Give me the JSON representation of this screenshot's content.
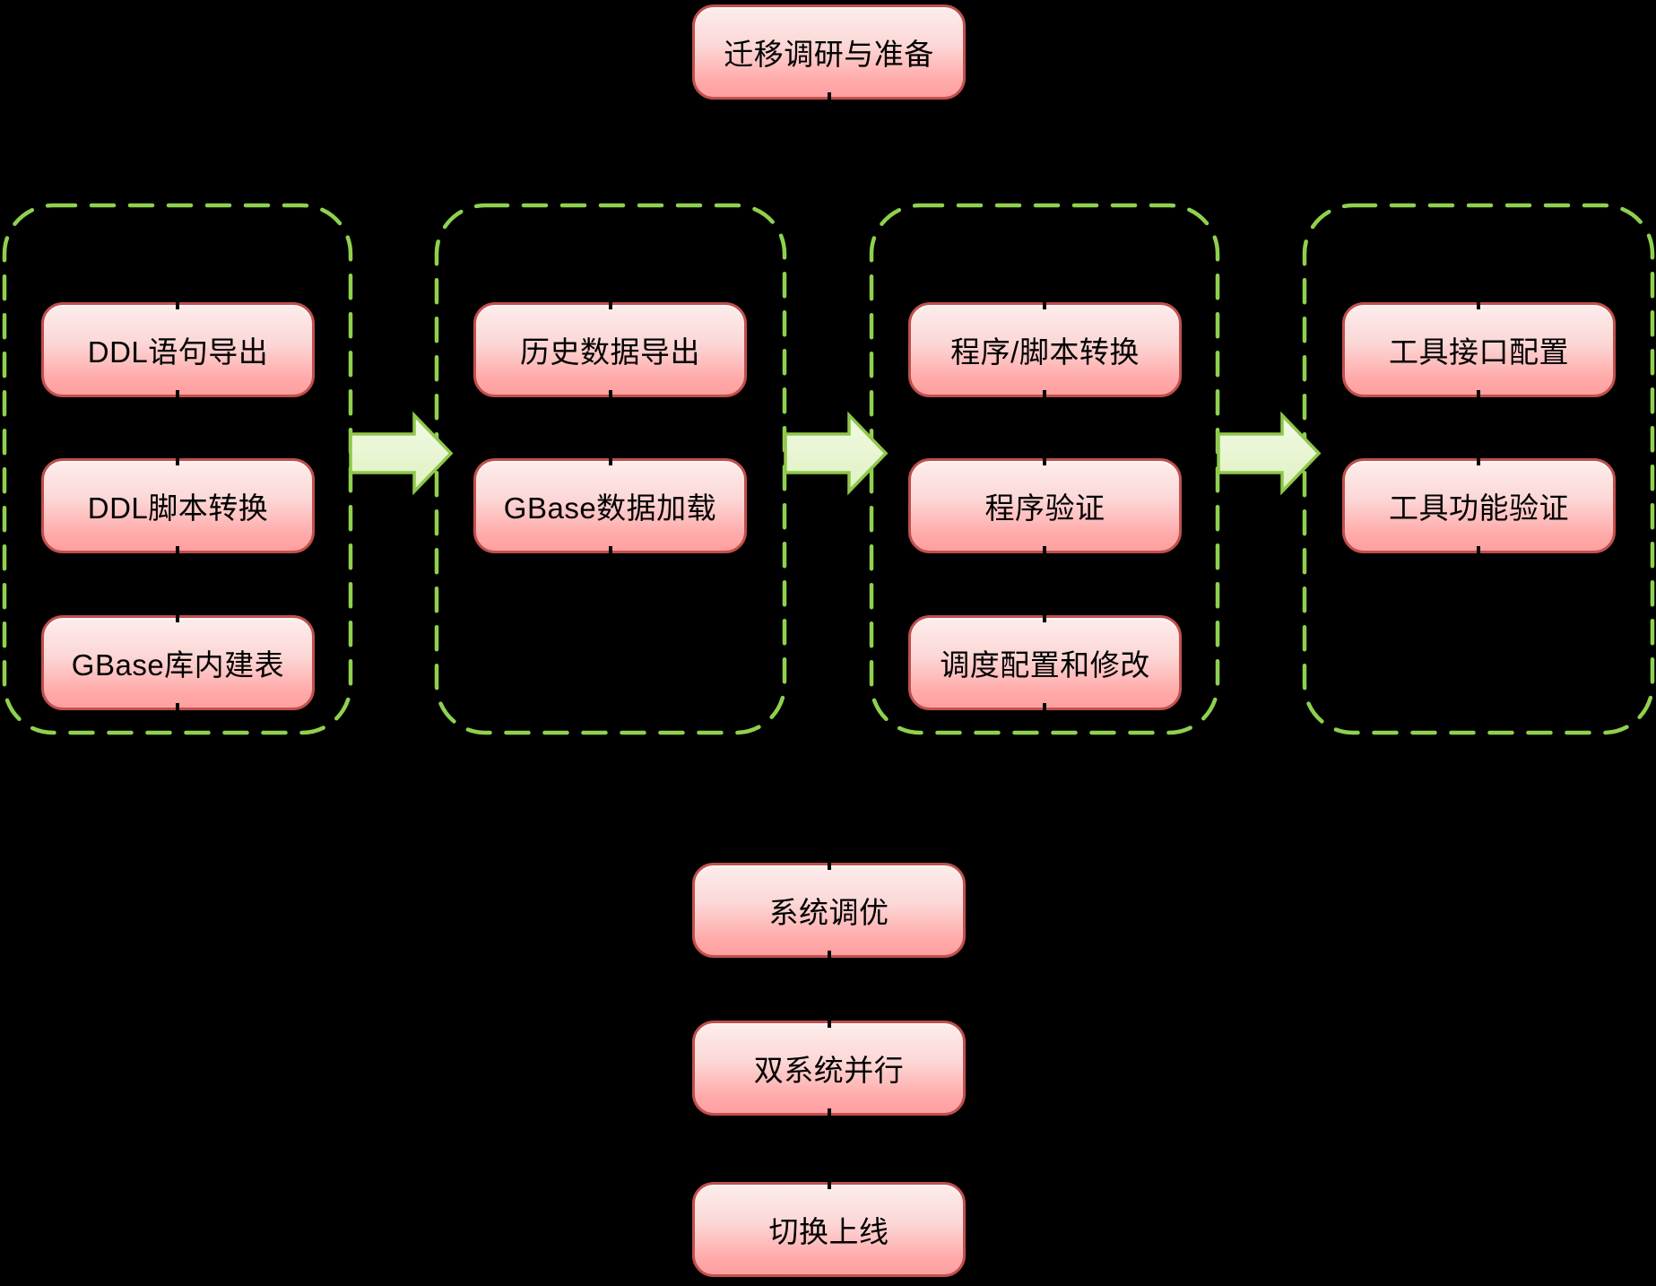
{
  "diagram": {
    "background": "#000000",
    "title_box": {
      "label": "迁移调研与准备"
    },
    "stages": [
      {
        "name": "stage-1",
        "items": [
          "DDL语句导出",
          "DDL脚本转换",
          "GBase库内建表"
        ]
      },
      {
        "name": "stage-2",
        "items": [
          "历史数据导出",
          "GBase数据加载"
        ]
      },
      {
        "name": "stage-3",
        "items": [
          "程序/脚本转换",
          "程序验证",
          "调度配置和修改"
        ]
      },
      {
        "name": "stage-4",
        "items": [
          "工具接口配置",
          "工具功能验证"
        ]
      }
    ],
    "final_steps": [
      "系统调优",
      "双系统并行",
      "切换上线"
    ],
    "arrow_count": 3,
    "colors": {
      "node_border": "#C0504D",
      "node_fill_top": "#FDEDEC",
      "node_fill_bottom": "#FF9FA0",
      "stage_dashed_border": "#8FD14E",
      "arrow_fill": "#E9F6D2",
      "arrow_border": "#8FC74B",
      "text": "#000000",
      "background": "#000000"
    }
  }
}
